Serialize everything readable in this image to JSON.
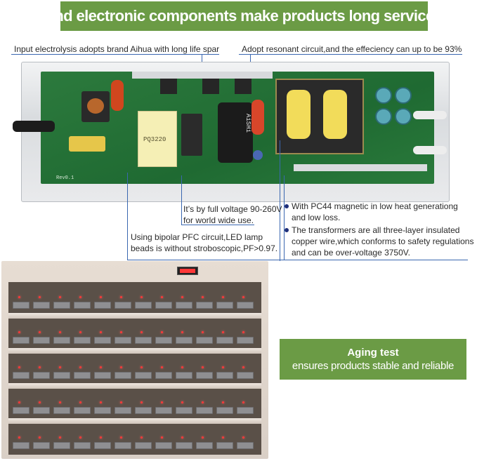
{
  "colors": {
    "banner_green": "#6b9b45",
    "callout_line": "#3a67b0",
    "bullet": "#1e2f7a",
    "pcb_green": "#22703a",
    "led_red": "#ff3838"
  },
  "banner": {
    "text": "Brand electronic components make products long service life"
  },
  "callouts": {
    "electrolysis": "Input electrolysis adopts brand Aihua with long life spar",
    "resonant": "Adopt resonant circuit,and the effeciency can up to be 93%",
    "voltage_line1": "It’s by full voltage 90-260V",
    "voltage_line2": "for world wide use.",
    "pfc_line1": "Using bipolar PFC circuit,LED lamp",
    "pfc_line2": "beads is without stroboscopic,PF>0.97.",
    "pc44_line1": "With PC44 magnetic in low heat generationg",
    "pc44_line2": "and low loss.",
    "transformer_line1": "The transformers are all three-layer insulated",
    "transformer_line2": "copper wire,which conforms to safety regulations",
    "transformer_line3": "and can be over-voltage 3750V."
  },
  "aging": {
    "title": "Aging test",
    "subtitle": "ensures products stable and reliable"
  },
  "board_markings": {
    "rev": "Rev0.1",
    "capacitor": "AiSHi",
    "inductor": "PQ3220"
  },
  "icons": {
    "bullet": "filled-circle"
  }
}
